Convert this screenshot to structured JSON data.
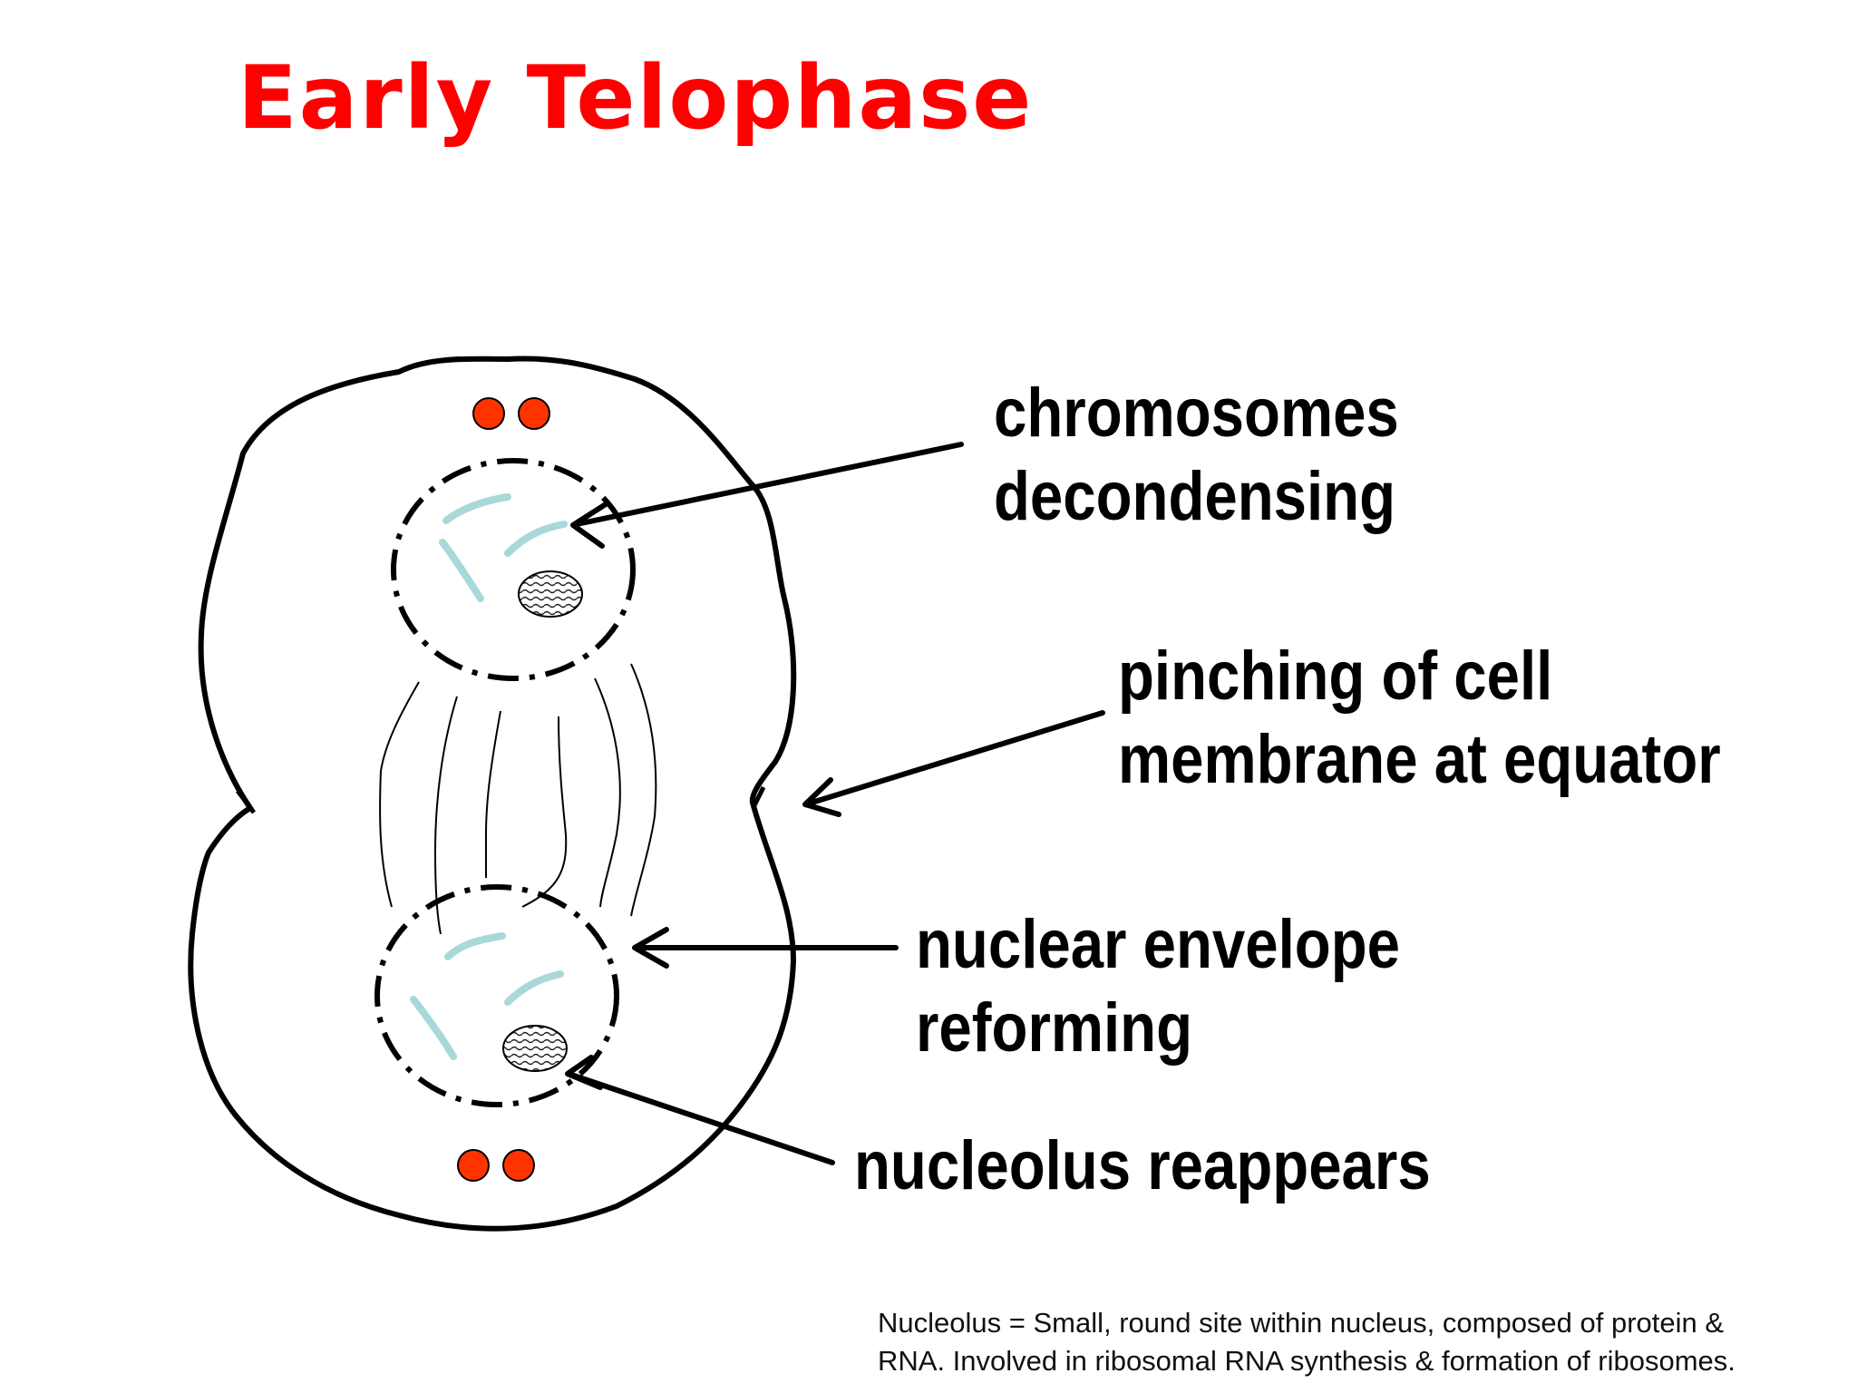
{
  "title": {
    "text": "Early Telophase",
    "color": "#ff0000"
  },
  "labels": {
    "chromosomes": [
      "chromosomes",
      "decondensing"
    ],
    "pinching": [
      "pinching of cell",
      "membrane at equator"
    ],
    "envelope": [
      "nuclear envelope",
      "reforming"
    ],
    "nucleolus": [
      "nucleolus reappears"
    ]
  },
  "footnote": [
    "Nucleolus = Small, round site within nucleus, composed of protein &",
    "RNA. Involved in ribosomal RNA synthesis & formation of ribosomes."
  ],
  "colors": {
    "centriole": "#ff3300",
    "chromosome": "#a8d8d8",
    "outline": "#000000"
  }
}
